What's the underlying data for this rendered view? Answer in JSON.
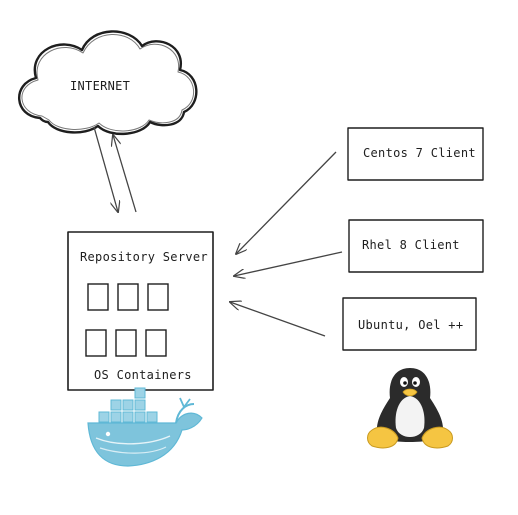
{
  "cloud": {
    "label": "INTERNET",
    "icon": "cloud-icon"
  },
  "server": {
    "title": "Repository Server",
    "footer": "OS Containers",
    "container_count": 6
  },
  "clients": [
    {
      "label": "Centos 7 Client"
    },
    {
      "label": "Rhel 8 Client"
    },
    {
      "label": "Ubuntu, Oel ++"
    }
  ],
  "logos": {
    "docker": {
      "icon": "docker-whale-icon",
      "color": "#5fb8d6"
    },
    "linux": {
      "icon": "tux-penguin-icon",
      "accent": "#f5c542"
    }
  },
  "colors": {
    "stroke": "#1e1e1e",
    "arrow": "#444444"
  }
}
